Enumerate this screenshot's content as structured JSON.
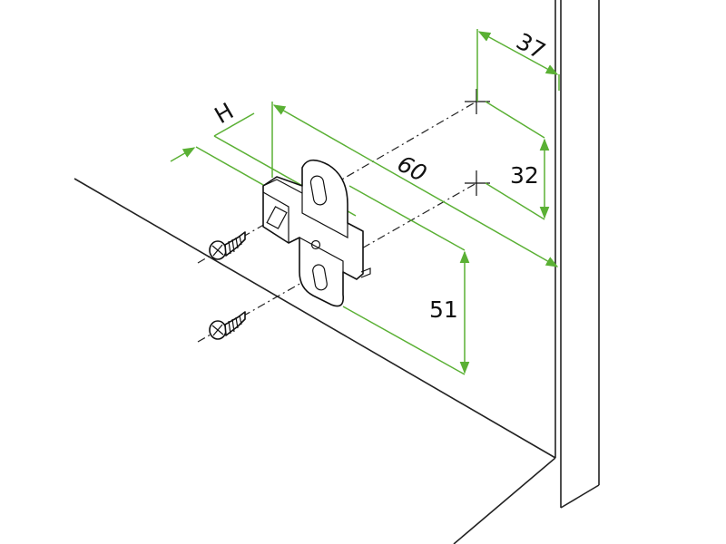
{
  "colors": {
    "dimension": "#5ab034",
    "line": "#222222",
    "background": "#ffffff"
  },
  "dimensions": {
    "depth_37": "37",
    "vertical_32": "32",
    "setback_60": "60",
    "height_51": "51",
    "plate_height_H": "H"
  },
  "icons": [
    "screw-icon",
    "screw-icon",
    "crosshair-icon",
    "crosshair-icon"
  ]
}
